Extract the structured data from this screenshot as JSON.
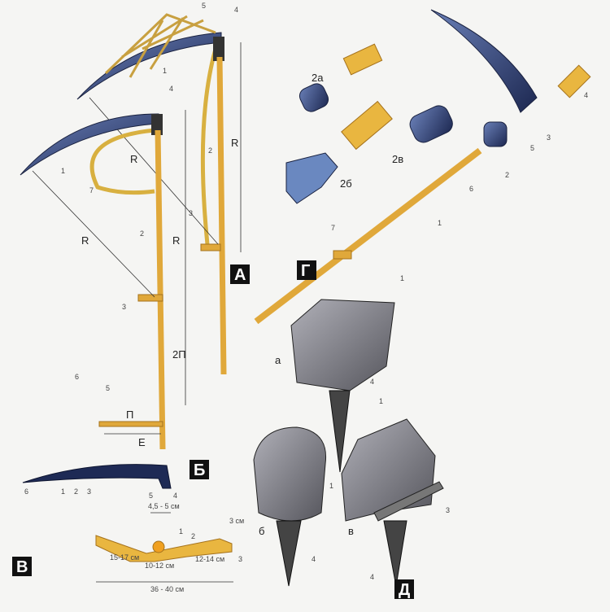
{
  "figure_letters": {
    "a": "А",
    "b": "Б",
    "v": "В",
    "g": "Г",
    "d": "Д"
  },
  "scythe_a": {
    "n5": "5",
    "n4": "4",
    "n1": "1",
    "n2": "2",
    "r": "R",
    "n3": "3"
  },
  "scythe_b": {
    "n4": "4",
    "r1": "R",
    "n1": "1",
    "n7": "7",
    "r2": "R",
    "n2": "2",
    "r3": "R",
    "n3": "3",
    "two_p": "2П",
    "n6": "6",
    "n5": "5",
    "p": "П",
    "e": "Е"
  },
  "blade": {
    "n6": "6",
    "n1": "1",
    "n2": "2",
    "n3": "3",
    "n5": "5",
    "n4": "4"
  },
  "section_v": {
    "gap": "4,5 - 5 см",
    "n1": "1",
    "n2": "2",
    "n3cm": "3 см",
    "n3": "3",
    "left": "15-17 см",
    "mid": "10-12 см",
    "right": "12-14 см",
    "total": "36 - 40 см"
  },
  "parts_g": {
    "p2a": "2а",
    "p2b": "2б",
    "p2v": "2в",
    "n7": "7",
    "n6": "6",
    "n1": "1",
    "n2": "2",
    "n3": "3",
    "n4": "4",
    "n5": "5"
  },
  "anvils_d": {
    "a": "а",
    "b": "б",
    "v": "в",
    "a1": "1",
    "a4": "4",
    "b1": "1",
    "b4": "4",
    "v1": "1",
    "v3": "3",
    "v4": "4"
  }
}
